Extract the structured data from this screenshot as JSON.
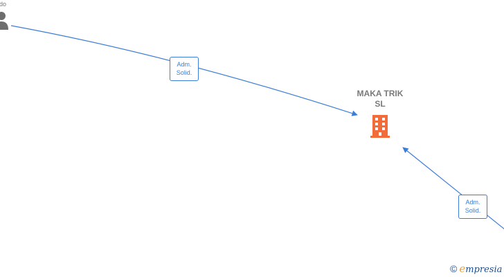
{
  "diagram": {
    "person_label_fragment": "ado",
    "company": {
      "name_line1": "MAKA TRIK",
      "name_line2": "SL"
    },
    "edges": [
      {
        "label_line1": "Adm.",
        "label_line2": "Solid."
      },
      {
        "label_line1": "Adm.",
        "label_line2": "Solid."
      }
    ]
  },
  "brand": {
    "copyright_symbol": "©",
    "initial": "e",
    "rest": "mpresia"
  },
  "colors": {
    "edge": "#3b7dd8",
    "company_icon": "#f26b3a",
    "person_icon": "#6e6e6e",
    "company_name": "#7a7a7a"
  },
  "icons": {
    "person": "person-icon",
    "company": "building-icon"
  }
}
